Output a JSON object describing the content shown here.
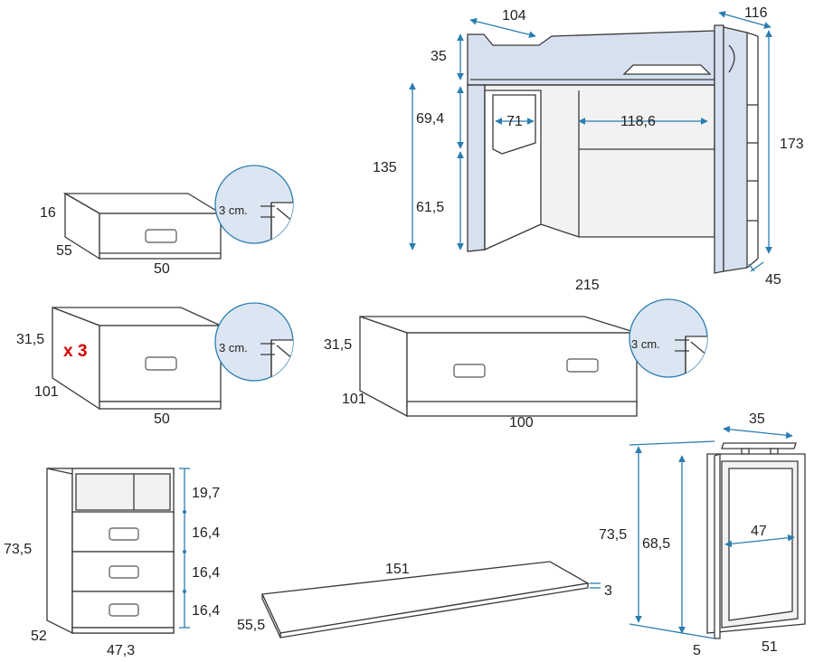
{
  "loft_bed": {
    "width_top": "104",
    "depth_top": "116",
    "rail_height": "35",
    "total_height_right": "173",
    "ladder_depth": "45",
    "total_length": "215",
    "height_135": "135",
    "upper_69": "69,4",
    "lower_61": "61,5",
    "opening_71": "71",
    "opening_118": "118,6"
  },
  "small_drawer": {
    "height": "16",
    "depth": "55",
    "width": "50",
    "detail": "3 cm."
  },
  "medium_drawer": {
    "height": "31,5",
    "depth": "101",
    "width": "50",
    "multiplier": "x 3",
    "detail": "3 cm."
  },
  "large_drawer": {
    "height": "31,5",
    "depth": "101",
    "width": "100",
    "detail": "3 cm."
  },
  "chest": {
    "height": "73,5",
    "depth": "52",
    "width": "47,3",
    "shelf": "19,7",
    "drawer1": "16,4",
    "drawer2": "16,4",
    "drawer3": "16,4"
  },
  "desk_board": {
    "length": "151",
    "depth": "55,5",
    "thickness": "3"
  },
  "desk_leg": {
    "top_depth": "35",
    "height_outer": "73,5",
    "height_inner": "68,5",
    "inner_width": "47",
    "thickness": "5",
    "depth": "51"
  }
}
